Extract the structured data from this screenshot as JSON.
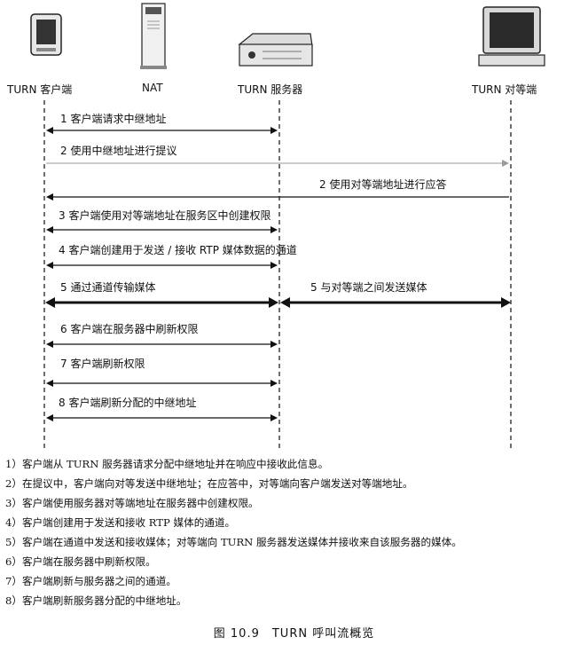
{
  "entities": [
    {
      "key": "client",
      "label": "TURN 客户端",
      "icon": "client-device-icon"
    },
    {
      "key": "nat",
      "label": "NAT",
      "icon": "nat-tower-icon"
    },
    {
      "key": "server",
      "label": "TURN 服务器",
      "icon": "server-box-icon"
    },
    {
      "key": "peer",
      "label": "TURN 对等端",
      "icon": "monitor-icon"
    }
  ],
  "messages": [
    {
      "label": "1 客户端请求中继地址",
      "from": "client",
      "to": "server",
      "style": "bidirectional"
    },
    {
      "label": "2 使用中继地址进行提议",
      "from": "client",
      "to": "peer",
      "style": "faint"
    },
    {
      "label": "2 使用对等端地址进行应答",
      "from": "peer",
      "to": "client",
      "style": "one-way"
    },
    {
      "label": "3 客户端使用对等端地址在服务区中创建权限",
      "from": "client",
      "to": "server",
      "style": "bidirectional"
    },
    {
      "label": "4 客户端创建用于发送 / 接收 RTP 媒体数据的通道",
      "from": "client",
      "to": "server",
      "style": "bidirectional"
    },
    {
      "label": "5 通过通道传输媒体",
      "from": "client",
      "to": "server",
      "style": "media"
    },
    {
      "label": "5 与对等端之间发送媒体",
      "from": "server",
      "to": "peer",
      "style": "media"
    },
    {
      "label": "6 客户端在服务器中刷新权限",
      "from": "client",
      "to": "server",
      "style": "bidirectional"
    },
    {
      "label": "7 客户端刷新权限",
      "from": "client",
      "to": "server",
      "style": "bidirectional"
    },
    {
      "label": "8 客户端刷新分配的中继地址",
      "from": "client",
      "to": "server",
      "style": "bidirectional"
    }
  ],
  "notes": [
    "1）客户端从 TURN 服务器请求分配中继地址并在响应中接收此信息。",
    "2）在提议中，客户端向对等发送中继地址；在应答中，对等端向客户端发送对等端地址。",
    "3）客户端使用服务器对等端地址在服务器中创建权限。",
    "4）客户端创建用于发送和接收 RTP 媒体的通道。",
    "5）客户端在通道中发送和接收媒体；对等端向 TURN 服务器发送媒体并接收来自该服务器的媒体。",
    "6）客户端在服务器中刷新权限。",
    "7）客户端刷新与服务器之间的通道。",
    "8）客户端刷新服务器分配的中继地址。"
  ],
  "caption": "图 10.9　TURN 呼叫流概览",
  "colors": {
    "line": "#111111",
    "faint": "#9a9a9a",
    "device": "#2a2a2a"
  }
}
